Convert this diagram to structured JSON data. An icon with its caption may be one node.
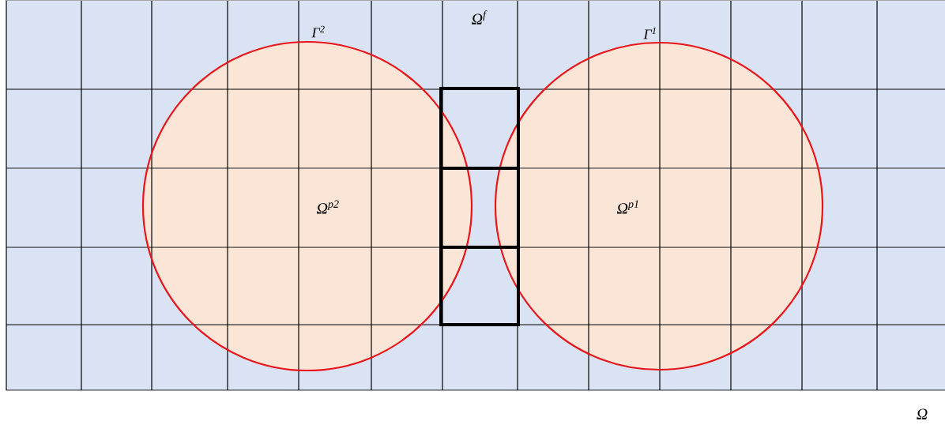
{
  "diagram": {
    "nodes": [
      {
        "text": [
          "Ω$^{p2}$"
        ],
        "beside": [
          "Γ$^{2}$"
        ]
      },
      {
        "text": [
          "Ω$^{p1}$"
        ],
        "beside": [
          "Γ$^{1}$"
        ]
      }
    ],
    "labels": [
      "Ω$^{f}$",
      "Ω"
    ]
  }
}
